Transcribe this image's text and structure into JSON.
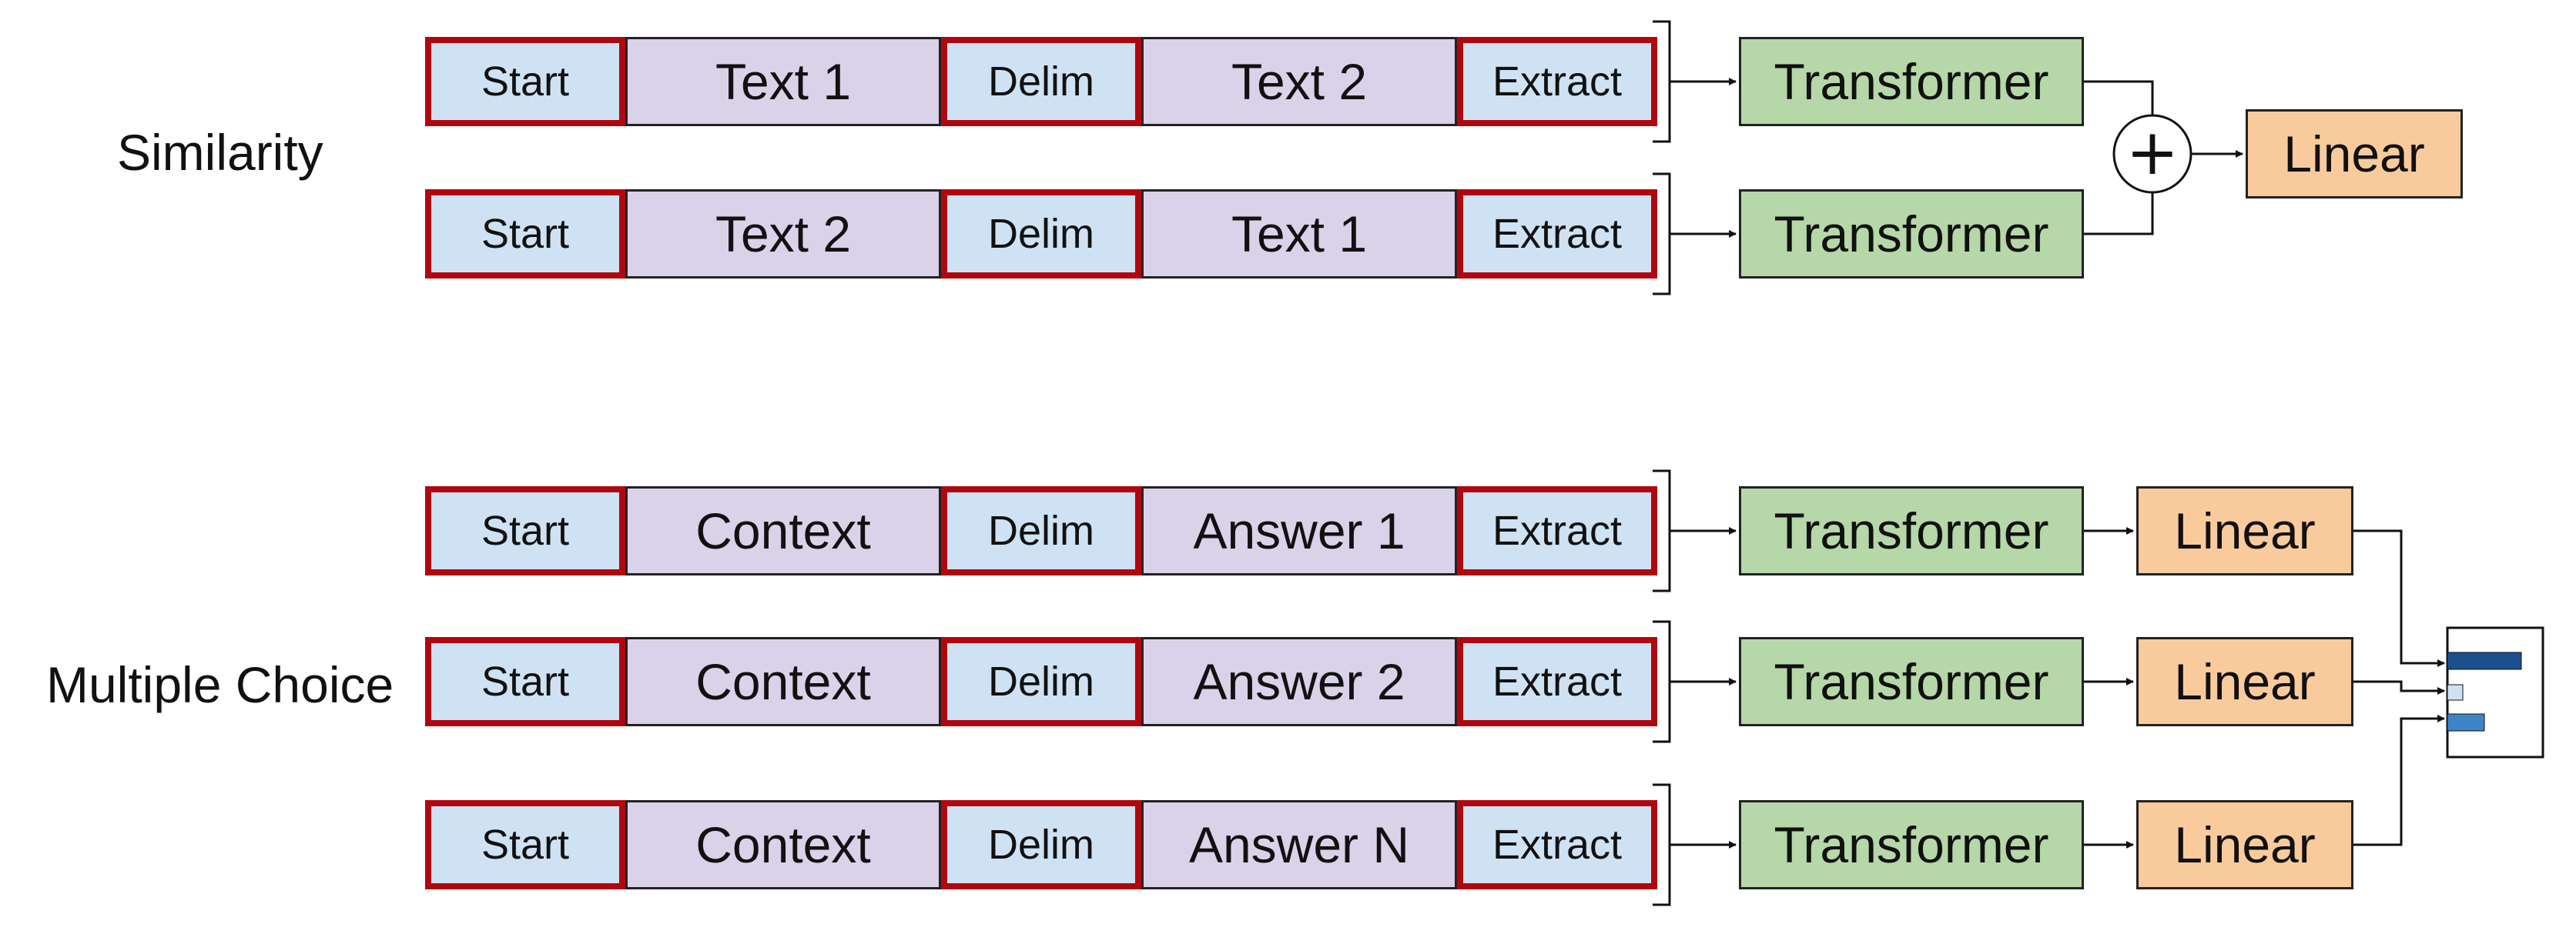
{
  "colors": {
    "text_token": "#d9d2e9",
    "special_token": "#cfe2f3",
    "special_border": "#b0070f",
    "transformer": "#b6d7a8",
    "linear": "#f9cb9c",
    "softmax_bar": "#1c4f8e",
    "softmax_bar_light": "#3d85c6",
    "softmax_bar_pale": "#cfe2f3"
  },
  "similarity": {
    "label": "Similarity",
    "rows": [
      {
        "tokens": [
          "Start",
          "Text 1",
          "Delim",
          "Text 2",
          "Extract"
        ],
        "transformer": "Transformer"
      },
      {
        "tokens": [
          "Start",
          "Text 2",
          "Delim",
          "Text 1",
          "Extract"
        ],
        "transformer": "Transformer"
      }
    ],
    "combine_symbol": "+",
    "linear": "Linear"
  },
  "multiple_choice": {
    "label": "Multiple Choice",
    "rows": [
      {
        "tokens": [
          "Start",
          "Context",
          "Delim",
          "Answer 1",
          "Extract"
        ],
        "transformer": "Transformer",
        "linear": "Linear"
      },
      {
        "tokens": [
          "Start",
          "Context",
          "Delim",
          "Answer 2",
          "Extract"
        ],
        "transformer": "Transformer",
        "linear": "Linear"
      },
      {
        "tokens": [
          "Start",
          "Context",
          "Delim",
          "Answer N",
          "Extract"
        ],
        "transformer": "Transformer",
        "linear": "Linear"
      }
    ],
    "softmax_icon": "softmax-bars-icon"
  }
}
